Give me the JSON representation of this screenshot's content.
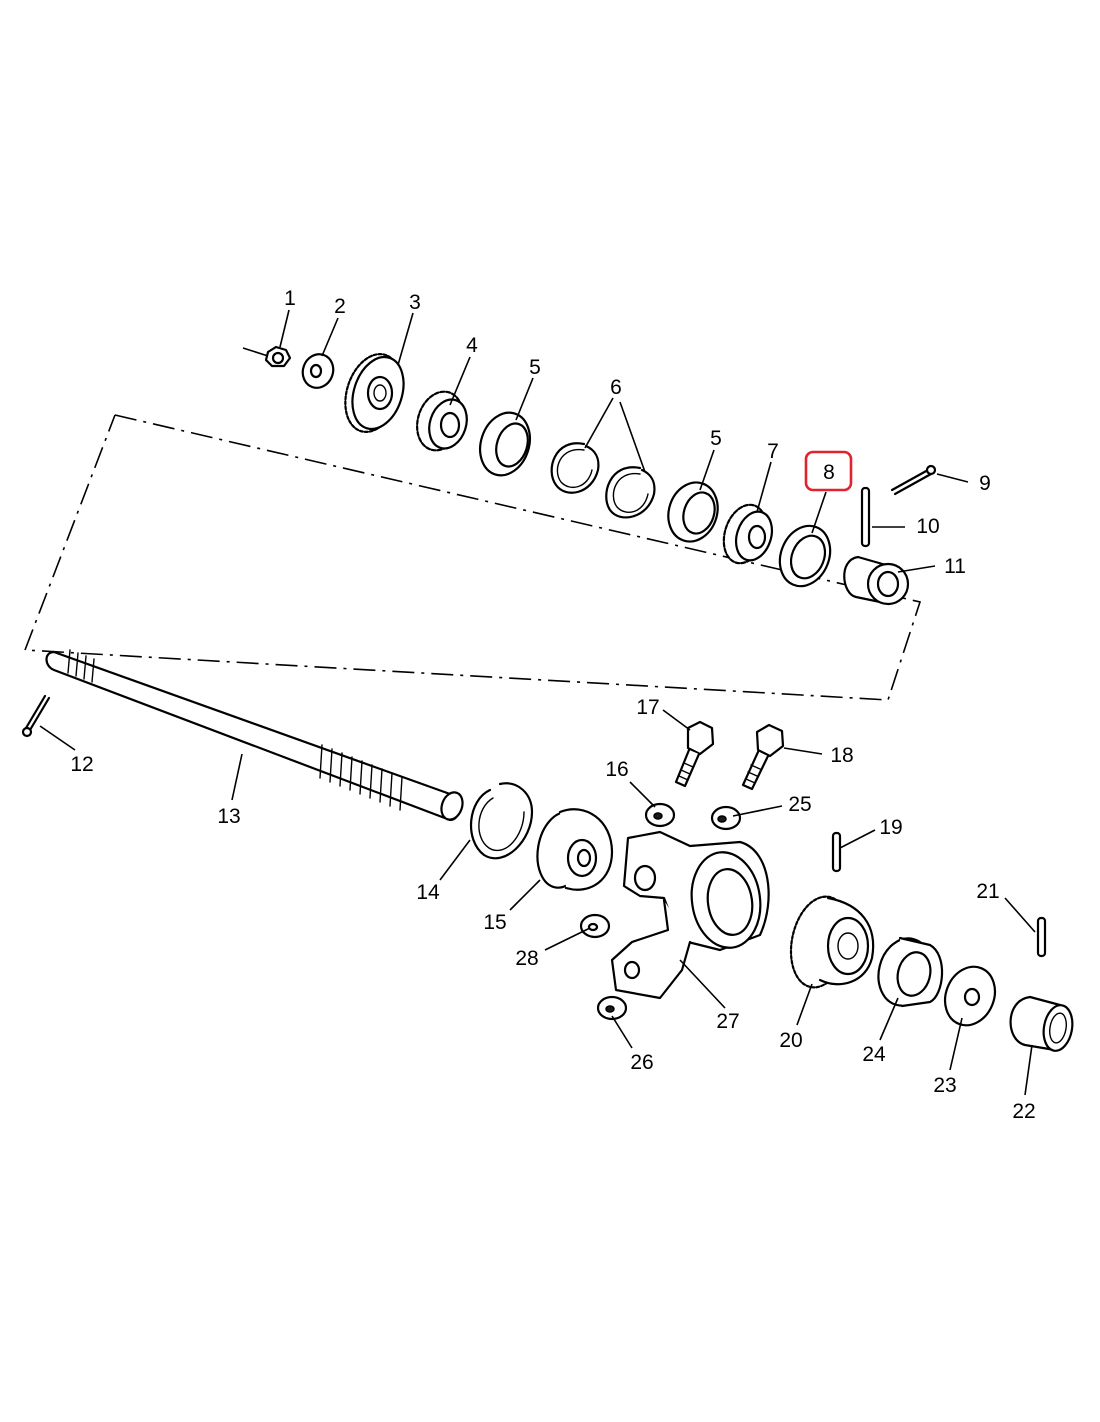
{
  "diagram": {
    "highlight_color": "#e0242d",
    "highlighted_callout": "8",
    "callouts": [
      {
        "id": "c1",
        "label": "1"
      },
      {
        "id": "c2",
        "label": "2"
      },
      {
        "id": "c3",
        "label": "3"
      },
      {
        "id": "c4",
        "label": "4"
      },
      {
        "id": "c5a",
        "label": "5"
      },
      {
        "id": "c6",
        "label": "6"
      },
      {
        "id": "c5b",
        "label": "5"
      },
      {
        "id": "c7",
        "label": "7"
      },
      {
        "id": "c8",
        "label": "8"
      },
      {
        "id": "c9",
        "label": "9"
      },
      {
        "id": "c10",
        "label": "10"
      },
      {
        "id": "c11",
        "label": "11"
      },
      {
        "id": "c12",
        "label": "12"
      },
      {
        "id": "c13",
        "label": "13"
      },
      {
        "id": "c14",
        "label": "14"
      },
      {
        "id": "c15",
        "label": "15"
      },
      {
        "id": "c16",
        "label": "16"
      },
      {
        "id": "c17",
        "label": "17"
      },
      {
        "id": "c18",
        "label": "18"
      },
      {
        "id": "c19",
        "label": "19"
      },
      {
        "id": "c20",
        "label": "20"
      },
      {
        "id": "c21",
        "label": "21"
      },
      {
        "id": "c22",
        "label": "22"
      },
      {
        "id": "c23",
        "label": "23"
      },
      {
        "id": "c24",
        "label": "24"
      },
      {
        "id": "c25",
        "label": "25"
      },
      {
        "id": "c26",
        "label": "26"
      },
      {
        "id": "c27",
        "label": "27"
      },
      {
        "id": "c28",
        "label": "28"
      }
    ]
  }
}
